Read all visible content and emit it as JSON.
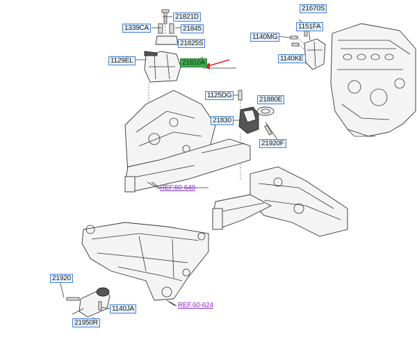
{
  "labels": {
    "p21821D": "21821D",
    "p1339CA": "1339CA",
    "p21845": "21845",
    "p21825S": "21825S",
    "p1129EL": "1129EL",
    "p21810A": "21810A",
    "p21670S": "21670S",
    "p1151FA": "1151FA",
    "p1140MG": "1140MG",
    "p1140KE": "1140KE",
    "p1125DG": "1125DG",
    "p21880E": "21880E",
    "p21830": "21830",
    "p21920F": "21920F",
    "p21920": "21920",
    "p1140JA": "1140JA",
    "p21950R": "21950R"
  },
  "refs": {
    "r60640": "REF.60-640",
    "r60624": "REF.60-624"
  },
  "colors": {
    "label_border": "#3f7fd0",
    "label_fill": "#e8f3ff",
    "highlight_fill": "#3fae4a",
    "ref_text": "#8a2ad0",
    "arrow": "#e0231c"
  }
}
